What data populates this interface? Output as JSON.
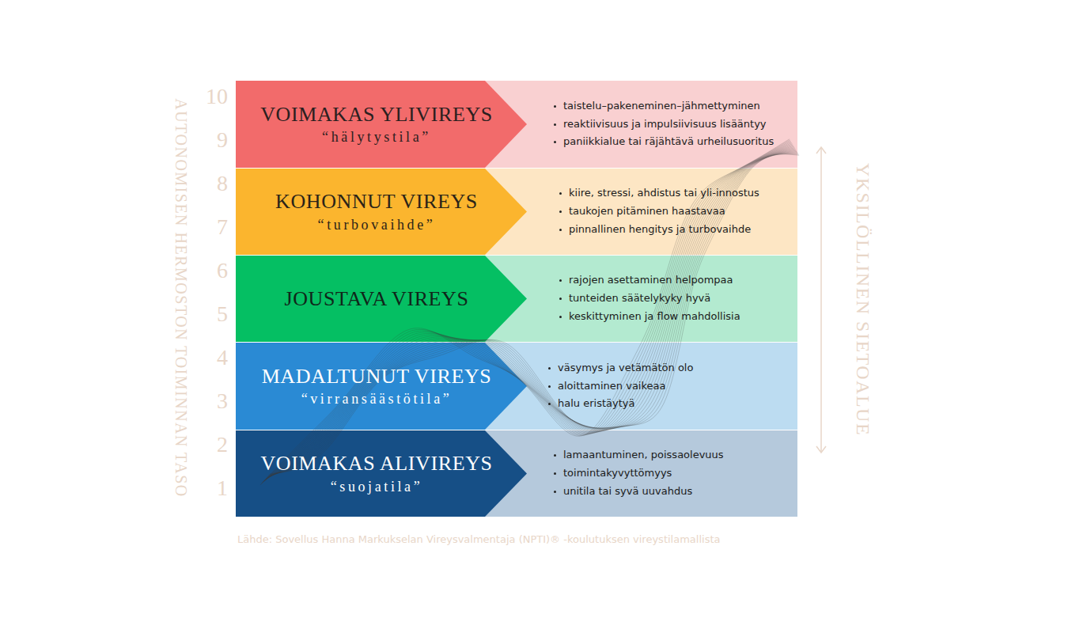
{
  "diagram": {
    "caption": "Lähde: Sovellus Hanna Markukselan Vireysvalmentaja (NPTI)® -koulutuksen vireystilamallista",
    "nodes": [
      {
        "text": [
          "VOIMAKAS YLIVIREYS",
          "“hälytystila”",
          "taistelu–pakeneminen–jähmettyminen",
          "reaktiivisuus ja impulsiivisuus lisääntyy",
          "paniikkialue tai räjähtävä urheilusuoritus"
        ]
      },
      {
        "text": [
          "KOHONNUT VIREYS",
          "“turbovaihde”",
          "kiire, stressi, ahdistus tai yli-innostus",
          "taukojen pitäminen haastavaa",
          "pinnallinen hengitys ja turbovaihde"
        ]
      },
      {
        "text": [
          "JOUSTAVA VIREYS",
          "rajojen asettaminen helpompaa",
          "tunteiden säätelykyky hyvä",
          "keskittyminen ja flow mahdollisia"
        ]
      },
      {
        "text": [
          "MADALTUNUT VIREYS",
          "“virransäästötila”",
          "väsymys ja vetämätön olo",
          "aloittaminen vaikeaa",
          "halu eristäytyä"
        ]
      },
      {
        "text": [
          "VOIMAKAS ALIVIREYS",
          "“suojatila”",
          "lamaantuminen, poissaolevuus",
          "toimintakyvyttömyys",
          "unitila tai syvä uuvahdus"
        ]
      }
    ],
    "labels": [
      "10",
      "9",
      "8",
      "7",
      "6",
      "5",
      "4",
      "3",
      "2",
      "1",
      "AUTONOMISEN HERMOSTON TOIMINNAN TASO",
      "YKSILÖLLINEN SIETOALUE"
    ]
  }
}
